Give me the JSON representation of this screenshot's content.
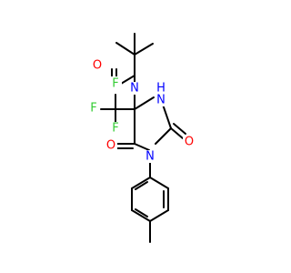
{
  "molecule": {
    "atoms": {
      "o_amide": {
        "symbol": "O",
        "color": "#ff0000"
      },
      "n_amide": {
        "symbol": "N",
        "color": "#0000ff"
      },
      "f_top": {
        "symbol": "F",
        "color": "#33cc33"
      },
      "f_left": {
        "symbol": "F",
        "color": "#33cc33"
      },
      "f_bottom": {
        "symbol": "F",
        "color": "#33cc33"
      },
      "n_ring_h": {
        "symbol": "N",
        "color": "#0000ff"
      },
      "h_ring": {
        "symbol": "H",
        "color": "#0000ff"
      },
      "o_left": {
        "symbol": "O",
        "color": "#ff0000"
      },
      "o_right": {
        "symbol": "O",
        "color": "#ff0000"
      },
      "n_ring": {
        "symbol": "N",
        "color": "#0000ff"
      }
    },
    "bond_color": "#000000",
    "background": "#ffffff"
  }
}
